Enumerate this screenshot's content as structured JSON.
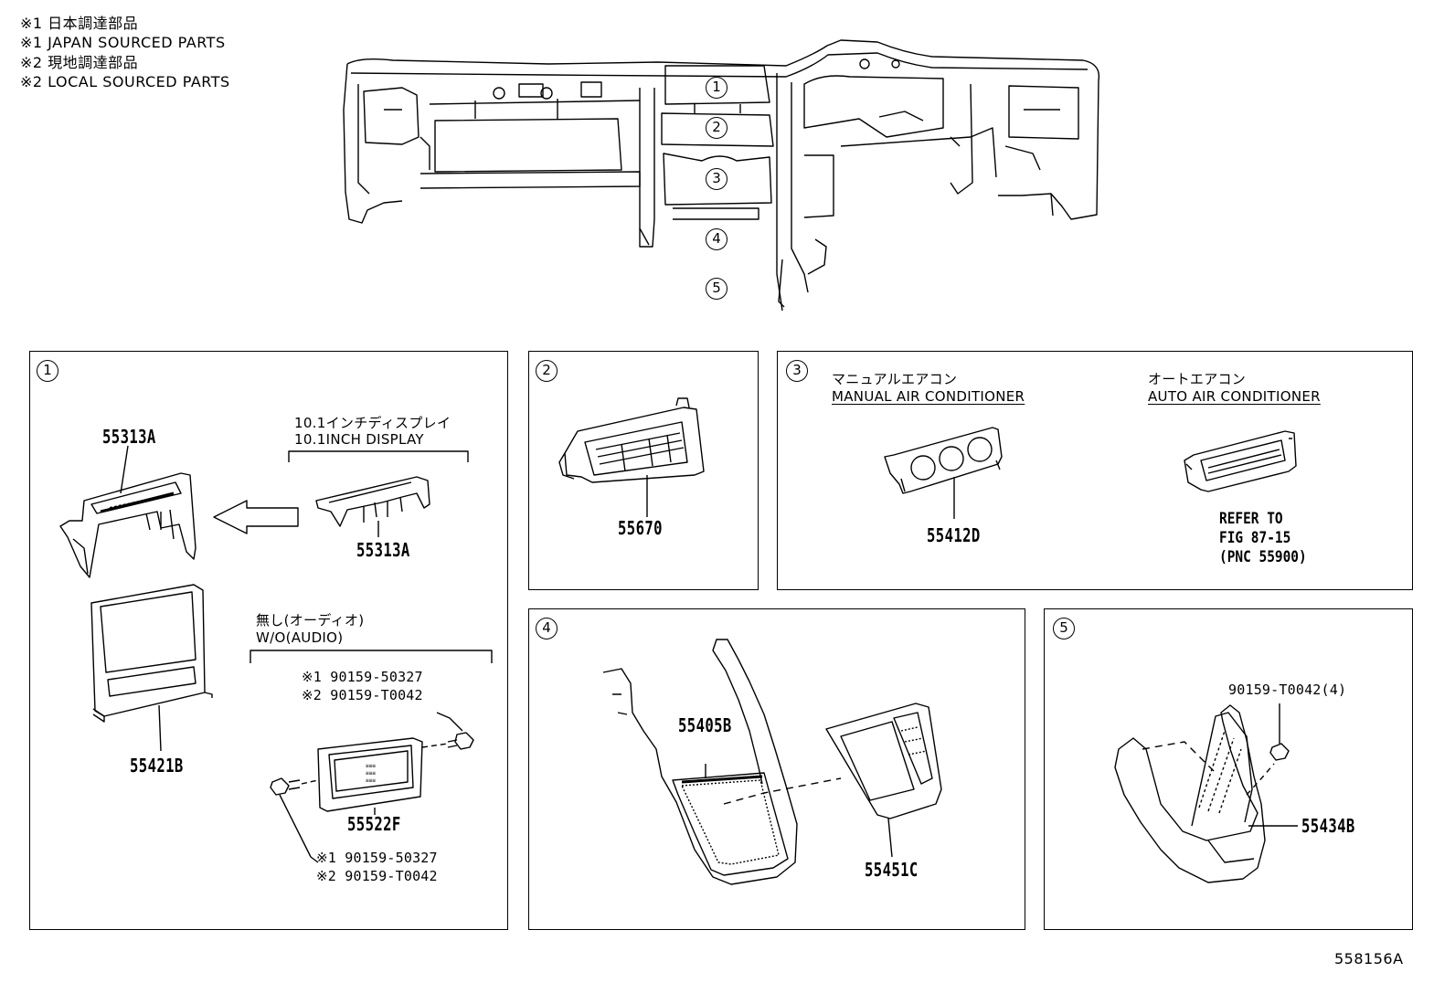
{
  "notes": [
    "※1 日本調達部品",
    "※1 JAPAN SOURCED PARTS",
    "※2 現地調達部品",
    "※2 LOCAL SOURCED PARTS"
  ],
  "overview": {
    "callouts": [
      "1",
      "2",
      "3",
      "4",
      "5"
    ]
  },
  "panel1": {
    "number": "1",
    "display_group_jp": "10.1インチディスプレイ",
    "display_group_en": "10.1INCH DISPLAY",
    "parts": {
      "bezel_main": "55313A",
      "bezel_alt": "55313A",
      "frame": "55421B",
      "cover": "55522F"
    },
    "audio_group_jp": "無し(オーディオ)",
    "audio_group_en": "W/O(AUDIO)",
    "screw_top_1": "※1 90159-50327",
    "screw_top_2": "※2 90159-T0042",
    "screw_bottom_1": "※1 90159-50327",
    "screw_bottom_2": "※2 90159-T0042"
  },
  "panel2": {
    "number": "2",
    "part": "55670"
  },
  "panel3": {
    "number": "3",
    "manual_jp": "マニュアルエアコン",
    "manual_en": "MANUAL AIR CONDITIONER",
    "manual_part": "55412D",
    "auto_jp": "オートエアコン",
    "auto_en": "AUTO AIR CONDITIONER",
    "auto_ref_1": "REFER TO",
    "auto_ref_2": "FIG 87-15",
    "auto_ref_3": "(PNC 55900)"
  },
  "panel4": {
    "number": "4",
    "part_a": "55405B",
    "part_b": "55451C"
  },
  "panel5": {
    "number": "5",
    "screw": "90159-T0042(4)",
    "part": "55434B"
  },
  "figure_id": "558156A"
}
